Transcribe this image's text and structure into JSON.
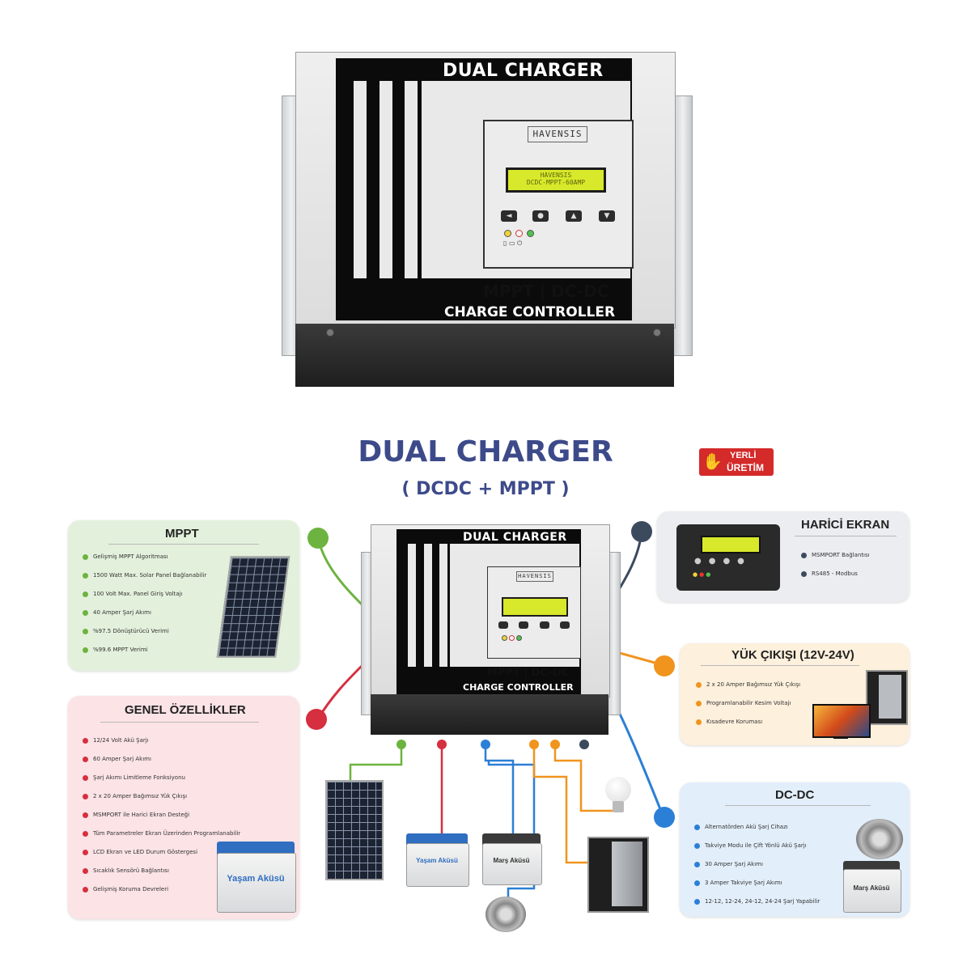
{
  "device_top": {
    "title": "DUAL CHARGER",
    "brand": "HAVENSIS",
    "lcd_line1": "HAVENSIS",
    "lcd_line2": "DCDC-MPPT-60AMP",
    "buttons": [
      "◄",
      "●",
      "▲",
      "▼"
    ],
    "caption_line1": "MPPT | DC-DC",
    "caption_line2": "CHARGE CONTROLLER"
  },
  "headline": {
    "title": "DUAL CHARGER",
    "subtitle": "( DCDC + MPPT )"
  },
  "badge": {
    "line1": "YERLİ",
    "line2": "ÜRETİM"
  },
  "device_small": {
    "title": "DUAL CHARGER",
    "brand": "HAVENSIS",
    "caption_line1": "MPPT | DC-DC",
    "caption_line2": "CHARGE CONTROLLER"
  },
  "mppt_panel": {
    "title": "MPPT",
    "color": "#e3f1dc",
    "dot_color": "#6db33f",
    "items": [
      "Gelişmiş MPPT Algoritması",
      "1500 Watt Max. Solar Panel Bağlanabilir",
      "100 Volt Max. Panel Giriş Voltajı",
      "40 Amper Şarj Akımı",
      "%97.5 Dönüştürücü Verimi",
      "%99.6 MPPT Verimi"
    ]
  },
  "genel_panel": {
    "title": "GENEL ÖZELLİKLER",
    "color": "#fbe3e6",
    "dot_color": "#d62f3f",
    "items": [
      "12/24 Volt Akü Şarjı",
      "60 Amper Şarj Akımı",
      "Şarj Akımı Limitleme Fonksiyonu",
      "2 x 20 Amper Bağımsız Yük Çıkışı",
      "MSMPORT ile Harici Ekran Desteği",
      "Tüm Parametreler Ekran Üzerinden Programlanabilir",
      "LCD Ekran ve LED Durum Göstergesi",
      "Sıcaklık Sensörü Bağlantısı",
      "Gelişmiş Koruma Devreleri"
    ],
    "battery_label": "Yaşam Aküsü"
  },
  "harici_panel": {
    "title": "HARİCİ EKRAN",
    "color": "#ebedf0",
    "dot_color": "#3c4a5e",
    "items": [
      "MSMPORT Bağlantısı",
      "RS485 - Modbus"
    ]
  },
  "yuk_panel": {
    "title": "YÜK ÇIKIŞI (12V-24V)",
    "color": "#fdf0dc",
    "dot_color": "#f0941e",
    "items": [
      "2 x 20 Amper Bağımsız Yük Çıkışı",
      "Programlanabilir Kesim Voltajı",
      "Kısadevre Koruması"
    ]
  },
  "dcdc_panel": {
    "title": "DC-DC",
    "color": "#e2eefa",
    "dot_color": "#2c7fd6",
    "items": [
      "Alternatörden Akü Şarj Cihazı",
      "Takviye Modu ile Çift Yönlü Akü Şarjı",
      "30 Amper Şarj Akımı",
      "3 Amper Takviye Şarj Akımı",
      "12-12, 12-24, 24-12, 24-24 Şarj Yapabilir"
    ],
    "battery_label": "Marş Aküsü"
  },
  "bottom_batteries": {
    "yasam": "Yaşam Aküsü",
    "mars": "Marş Aküsü"
  },
  "wire_colors": {
    "green": "#6db33f",
    "red": "#d62f3f",
    "navy": "#3c4a5e",
    "orange": "#f0941e",
    "blue": "#2c7fd6"
  }
}
